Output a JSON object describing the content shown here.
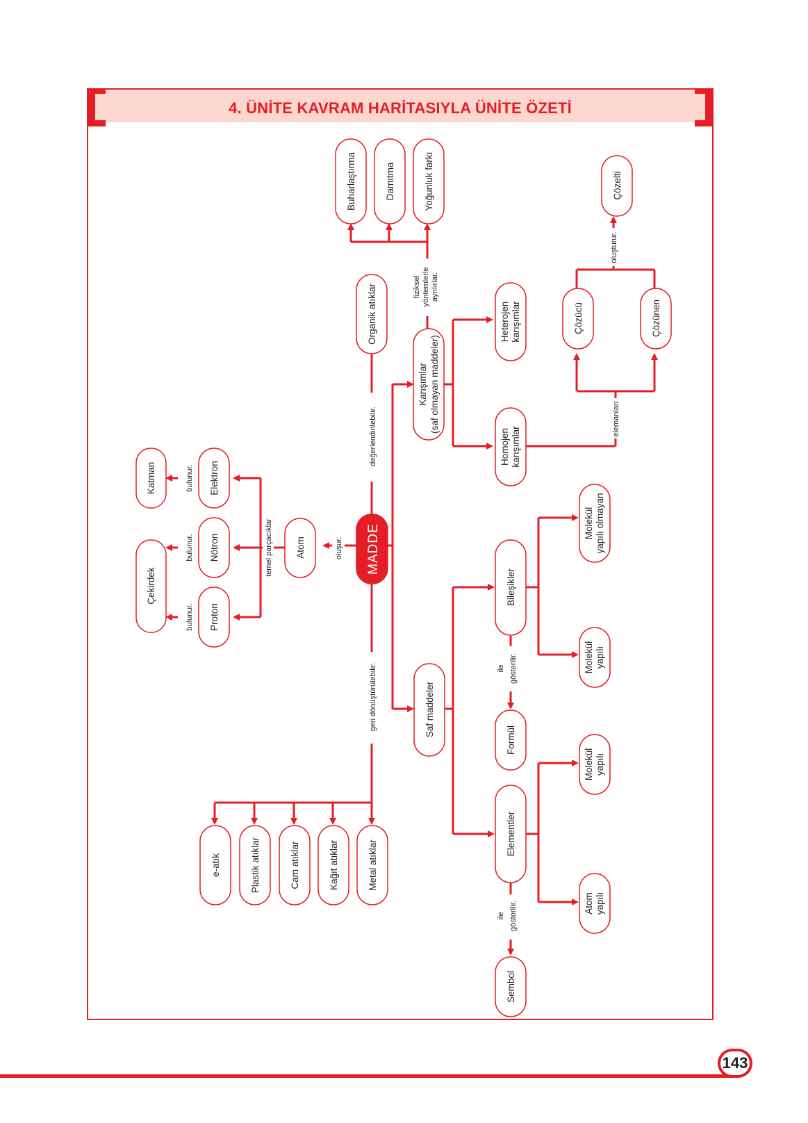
{
  "title": "4. ÜNİTE KAVRAM HARİTASIYLA ÜNİTE ÖZETİ",
  "page_number": "143",
  "colors": {
    "accent": "#e41e26",
    "title_bg": "#fbd7cf"
  },
  "nodes": {
    "madde": "MADDE",
    "atom": "Atom",
    "proton": "Proton",
    "notron": "Nötron",
    "elektron": "Elektron",
    "cekirdek": "Çekirdek",
    "katman": "Katman",
    "organik": "Organik atıklar",
    "buharlastirma": "Buharlaştırma",
    "damitma": "Damıtma",
    "yogunluk": "Yoğunluk farkı",
    "karisimlar_1": "Karışımlar",
    "karisimlar_2": "(saf olmayan maddeler)",
    "heterojen_1": "Heterojen",
    "heterojen_2": "karışımlar",
    "homojen_1": "Homojen",
    "homojen_2": "karışımlar",
    "cozucu": "Çözücü",
    "cozunen": "Çözünen",
    "cozelti": "Çözelti",
    "saf_maddeler": "Saf maddeler",
    "bilesikler": "Bileşikler",
    "elementler": "Elementler",
    "formul": "Formül",
    "sembol": "Sembol",
    "molekul_olmayan_1": "Molekül",
    "molekul_olmayan_2": "yapılı olmayan",
    "molekul_bil_1": "Molekül",
    "molekul_bil_2": "yapılı",
    "molekul_el_1": "Molekül",
    "molekul_el_2": "yapılı",
    "atom_yapili_1": "Atom",
    "atom_yapili_2": "yapılı",
    "metal": "Metal  atıklar",
    "kagit": "Kağıt atıklar",
    "cam": "Cam atıklar",
    "plastik": "Plastik atıklar",
    "e_atik": "e-atık"
  },
  "labels": {
    "olusur": "oluşur.",
    "temel_parcaciklar": "temel parçacıklar",
    "bulunur": "bulunur.",
    "degerlendirilebilir": "değerlendirilebilir.",
    "geri_donusturulebilir": "geri dönüştürülebilir.",
    "fiziksel_1": "fiziksel",
    "fiziksel_2": "yöntemlerle",
    "fiziksel_3": "ayrılırlar.",
    "elemanlari": "elemanları",
    "olusturur": "oluşturur.",
    "ile": "ile",
    "gosterilir": "gösterilir."
  }
}
